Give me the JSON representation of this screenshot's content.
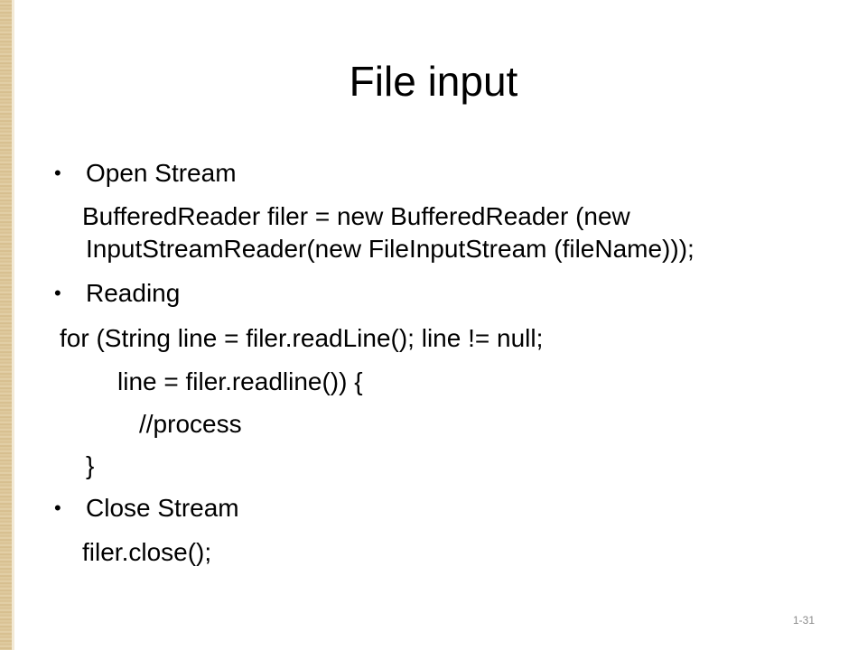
{
  "slide": {
    "title": "File input",
    "bullets": [
      {
        "label": "Open Stream"
      },
      {
        "label": "Reading"
      },
      {
        "label": "Close Stream"
      }
    ],
    "code": {
      "open_line1": "BufferedReader filer = new BufferedReader   (new",
      "open_line2": "InputStreamReader(new FileInputStream (fileName)));",
      "read_line1": "for (String line = filer.readLine(); line != null;",
      "read_line2": "line = filer.readline()) {",
      "read_line3": "//process",
      "read_line4": "}",
      "close_line1": "filer.close();"
    },
    "page_number": "1-31",
    "colors": {
      "border": "#e0cba0",
      "text": "#000000",
      "page_number": "#8a8a8a"
    }
  }
}
